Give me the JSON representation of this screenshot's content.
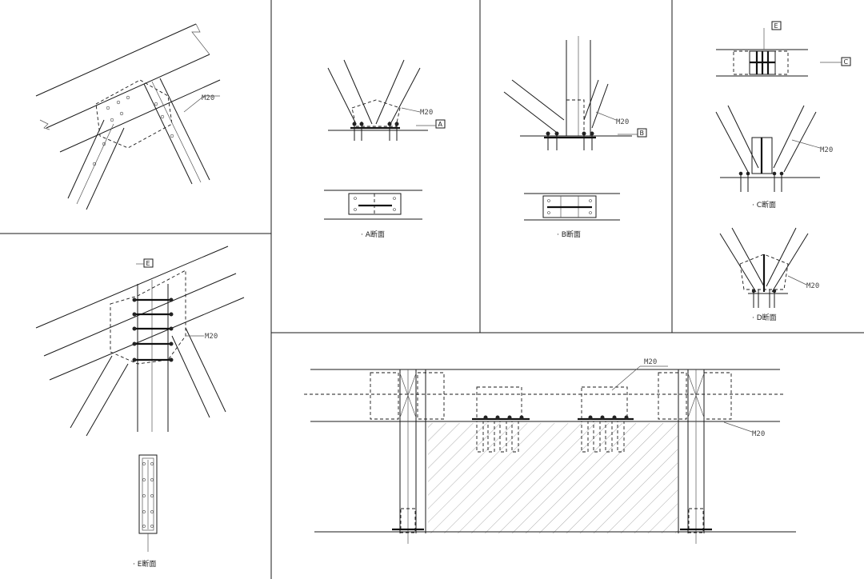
{
  "labels": {
    "bolt_spec": "M20",
    "section_a_caption": "· A断面",
    "section_b_caption": "· B断面",
    "section_c_caption": "· C断面",
    "section_d_caption": "· D断面",
    "section_e_caption": "· E断面",
    "mark_a": "A",
    "mark_b": "B",
    "mark_c": "C",
    "mark_e": "E"
  }
}
